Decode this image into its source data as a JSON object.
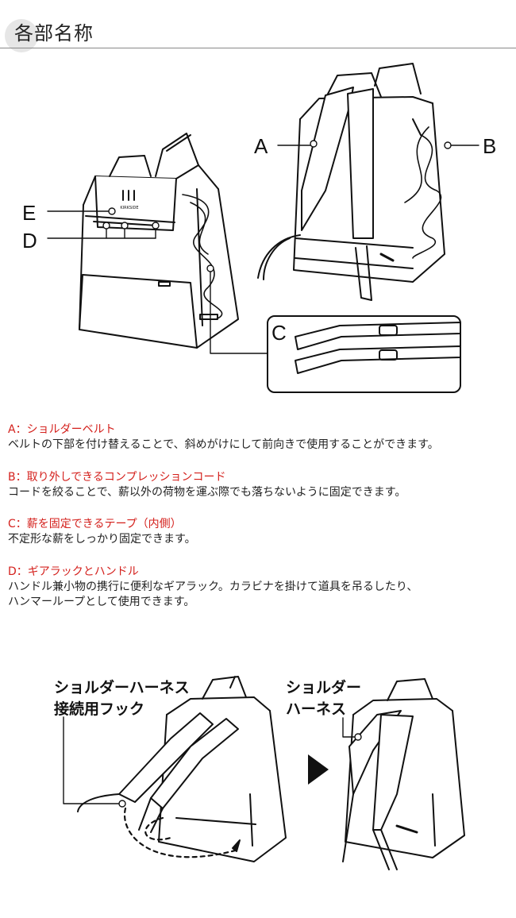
{
  "header": {
    "title": "各部名称"
  },
  "callouts": {
    "A": "A",
    "B": "B",
    "C": "C",
    "D": "D",
    "E": "E"
  },
  "brand_mark": "KIRKSIDE",
  "descriptions": [
    {
      "heading": "A：ショルダーベルト",
      "text": "ベルトの下部を付け替えることで、斜めがけにして前向きで使用することができます。"
    },
    {
      "heading": "B：取り外しできるコンプレッションコード",
      "text": "コードを絞ることで、薪以外の荷物を運ぶ際でも落ちないように固定できます。"
    },
    {
      "heading": "C：薪を固定できるテープ（内側）",
      "text": "不定形な薪をしっかり固定できます。"
    },
    {
      "heading": "D：ギアラックとハンドル",
      "text": "ハンドル兼小物の携行に便利なギアラック。カラビナを掛けて道具を吊るしたり、\nハンマーループとして使用できます。"
    }
  ],
  "bottom": {
    "hook_label_line1": "ショルダーハーネス",
    "hook_label_line2": "接続用フック",
    "harness_label_line1": "ショルダー",
    "harness_label_line2": "ハーネス"
  }
}
